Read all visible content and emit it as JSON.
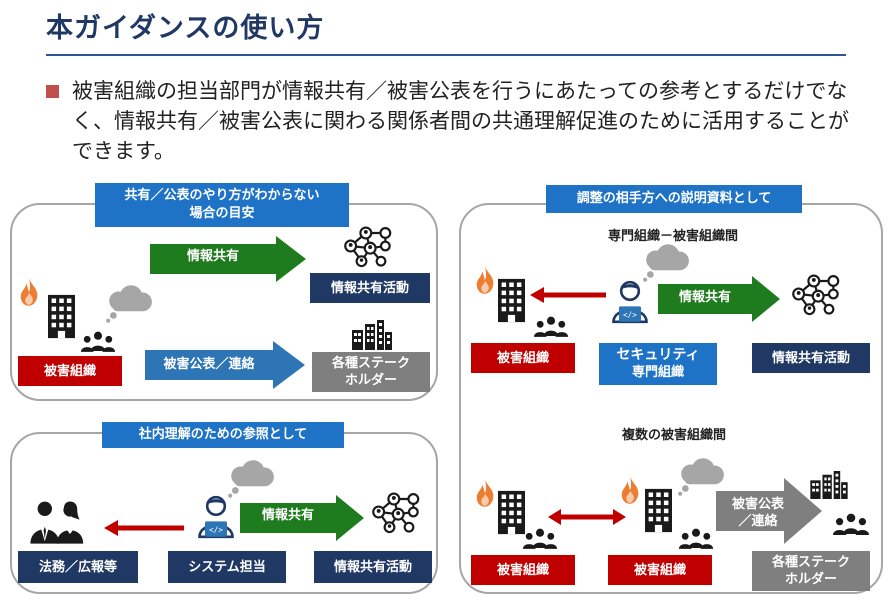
{
  "title": "本ガイダンスの使い方",
  "bullet": "被害組織の担当部門が情報共有／被害公表を行うにあたっての参考とするだけでなく、情報共有／被害公表に関わる関係者間の共通理解促進のために活用することができます。",
  "panels": {
    "top_left": {
      "label_line1": "共有／公表のやり方がわからない",
      "label_line2": "場合の目安",
      "victim": "被害組織",
      "arrow_share": "情報共有",
      "arrow_publish": "被害公表／連絡",
      "share_activity": "情報共有活動",
      "stakeholders_line1": "各種ステーク",
      "stakeholders_line2": "ホルダー"
    },
    "bottom_left": {
      "label": "社内理解のための参照として",
      "legal": "法務／広報等",
      "system": "システム担当",
      "arrow_share": "情報共有",
      "share_activity": "情報共有活動"
    },
    "right": {
      "label": "調整の相手方への説明資料として",
      "sub1": "専門組織－被害組織間",
      "victim": "被害組織",
      "security_line1": "セキュリティ",
      "security_line2": "専門組織",
      "arrow_share": "情報共有",
      "share_activity": "情報共有活動",
      "sub2": "複数の被害組織間",
      "victim_a": "被害組織",
      "victim_b": "被害組織",
      "arrow_publish_line1": "被害公表",
      "arrow_publish_line2": "／連絡",
      "stakeholders_line1": "各種ステーク",
      "stakeholders_line2": "ホルダー"
    }
  },
  "colors": {
    "title": "#1f3864",
    "label_blue": "#1f73c6",
    "victim_red": "#c00000",
    "navy": "#1f3864",
    "share_green": "#1e7b1e",
    "publish_blue": "#1f73c6",
    "gray": "#7f7f7f",
    "bullet": "#c0504d"
  },
  "icons": [
    "fire-icon",
    "building-icon",
    "people-icon",
    "cloud-icon",
    "network-icon",
    "city-icon",
    "engineer-icon",
    "business-people-icon"
  ]
}
